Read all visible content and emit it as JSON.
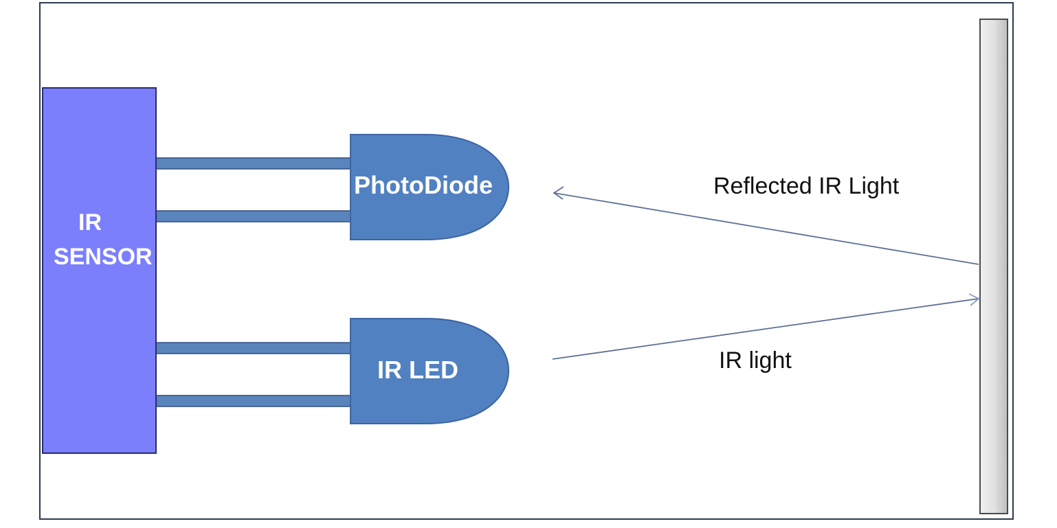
{
  "sensor": {
    "line1": "IR",
    "line2": "SENSOR"
  },
  "photodiode": {
    "label": "PhotoDiode"
  },
  "led": {
    "label": "IR LED"
  },
  "beams": {
    "reflected": "Reflected IR Light",
    "emitted": "IR light"
  },
  "colors": {
    "sensor_fill": "#7b7ffb",
    "component_fill": "#5181c0",
    "component_edge": "#3c64a0",
    "lead_fill": "#5a84bc",
    "lead_edge": "#2f4f7f",
    "beam_line": "#5b6f94",
    "frame": "#2a3a4e"
  }
}
